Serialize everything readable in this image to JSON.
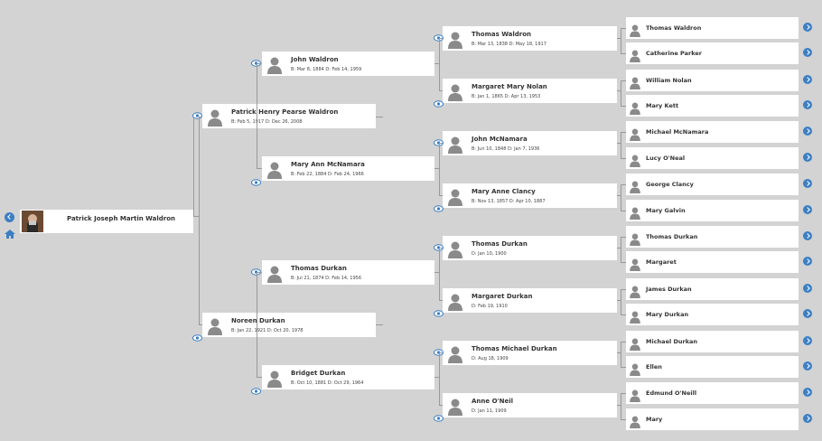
{
  "root": {
    "name": "Patrick Joseph Martin Waldron",
    "dates": ""
  },
  "gen1": [
    {
      "name": "Patrick Henry Pearse Waldron",
      "dates": "B: Feb 5, 1917 D: Dec 26, 2008"
    },
    {
      "name": "Noreen Durkan",
      "dates": "B: Jan 22, 1921 D: Oct 20, 1978"
    }
  ],
  "gen2": [
    {
      "name": "John Waldron",
      "dates": "B: Mar 8, 1884 D: Feb 14, 1959"
    },
    {
      "name": "Mary Ann McNamara",
      "dates": "B: Feb 22, 1884 D: Feb 24, 1966"
    },
    {
      "name": "Thomas Durkan",
      "dates": "B: Jul 21, 1874 D: Feb 14, 1956"
    },
    {
      "name": "Bridget Durkan",
      "dates": "B: Oct 10, 1881 D: Oct 29, 1964"
    }
  ],
  "gen3": [
    {
      "name": "Thomas Waldron",
      "dates": "B: Mar 13, 1838 D: May 18, 1917"
    },
    {
      "name": "Margaret Mary Nolan",
      "dates": "B: Jan 1, 1865 D: Apr 13, 1953"
    },
    {
      "name": "John McNamara",
      "dates": "B: Jun 10, 1848 D: Jan 7, 1936"
    },
    {
      "name": "Mary Anne Clancy",
      "dates": "B: Nov 13, 1857 D: Apr 10, 1887"
    },
    {
      "name": "Thomas Durkan",
      "dates": "D: Jan 10, 1900"
    },
    {
      "name": "Margaret Durkan",
      "dates": "D: Feb 19, 1910"
    },
    {
      "name": "Thomas Michael Durkan",
      "dates": "D: Aug 18, 1909"
    },
    {
      "name": "Anne O'Neil",
      "dates": "D: Jan 11, 1909"
    }
  ],
  "gen4": [
    {
      "name": "Thomas Waldron"
    },
    {
      "name": "Catherine Parker"
    },
    {
      "name": "William Nolan"
    },
    {
      "name": "Mary Kett"
    },
    {
      "name": "Michael McNamara"
    },
    {
      "name": "Lucy O'Neal"
    },
    {
      "name": "George Clancy"
    },
    {
      "name": "Mary Galvin"
    },
    {
      "name": "Thomas Durkan"
    },
    {
      "name": "Margaret"
    },
    {
      "name": "James Durkan"
    },
    {
      "name": "Mary Durkan"
    },
    {
      "name": "Michael Durkan"
    },
    {
      "name": "Ellen"
    },
    {
      "name": "Edmund O'Neill"
    },
    {
      "name": "Mary"
    }
  ],
  "icons": {
    "back": "back-arrow-icon",
    "home": "home-icon",
    "eye": "eye-icon",
    "forward": "forward-arrow-icon",
    "silhouette": "person-silhouette-icon"
  },
  "colors": {
    "background": "#d3d3d3",
    "accent": "#3b7fc4"
  }
}
